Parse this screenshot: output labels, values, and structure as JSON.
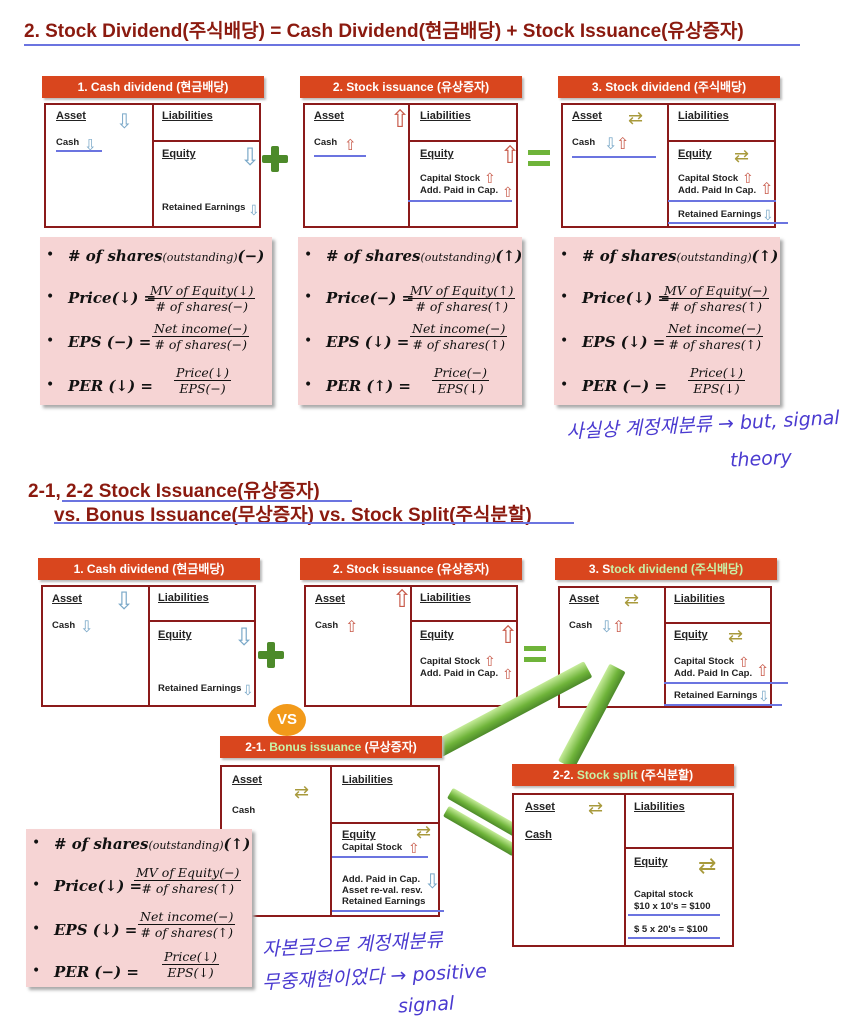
{
  "section1": {
    "title": "2. Stock Dividend(주식배당) = Cash Dividend(현금배당) + Stock Issuance(유상증자)"
  },
  "section2": {
    "title_line1": "2-1, 2-2 Stock Issuance(유상증자)",
    "title_line2": "vs. Bonus Issuance(무상증자) vs. Stock Split(주식분할)"
  },
  "labels": {
    "asset": "Asset",
    "liabilities": "Liabilities",
    "equity": "Equity",
    "cash": "Cash",
    "retained_earnings": "Retained Earnings",
    "capital_stock": "Capital Stock",
    "add_paid_in_cap": "Add. Paid in Cap.",
    "add_paid_in_cap2": "Add. Paid In Cap.",
    "asset_reval": "Asset re-val. resv.",
    "capital_stock_lc": "Capital stock",
    "split_before": "$10 x 10's = $100",
    "split_after": "$ 5 x 20's = $100"
  },
  "headers": {
    "cash_dividend": "1. Cash dividend (현금배당)",
    "stock_issuance": "2. Stock issuance (유상증자)",
    "stock_dividend": "3. Stock dividend (주식배당)",
    "stock_dividend_pre": "3. S",
    "stock_dividend_hl": "tock dividend (주식배당)",
    "bonus_pre": "2-1. ",
    "bonus_hl": "Bonus issuance",
    "bonus_post": " (무상증자)",
    "split_pre": "2-2. ",
    "split_hl": "Stock split",
    "split_post": " (주식분할)"
  },
  "symbols": {
    "vs": "VS",
    "bullet": "•",
    "up": "⇧",
    "down": "⇩",
    "side": "⇄"
  },
  "formulas": {
    "shares_lhs": "# of shares",
    "shares_mid": "(outstanding)",
    "price_lhs": "Price",
    "eps_lhs": "EPS",
    "per_lhs": "PER",
    "mv_equity": "MV of Equity",
    "n_shares": "# of shares",
    "net_income": "Net income",
    "price": "Price",
    "eps": "EPS",
    "cash_div": {
      "shares": "(−)",
      "price": "(↓) =",
      "price_num": "(↓)",
      "price_den": "(−)",
      "eps": "(−) =",
      "eps_num": "(−)",
      "eps_den": "(−)",
      "per": "(↓) =",
      "per_num": "(↓)",
      "per_den": "(−)"
    },
    "stock_iss": {
      "shares": "(↑)",
      "price": "(−) =",
      "price_num": "(↑)",
      "price_den": "(↑)",
      "eps": "(↓) =",
      "eps_num": "(−)",
      "eps_den": "(↑)",
      "per": "(↑) =",
      "per_num": "(−)",
      "per_den": "(↓)"
    },
    "stock_div": {
      "shares": "(↑)",
      "price": "(↓) =",
      "price_num": "(−)",
      "price_den": "(↑)",
      "eps": "(↓) =",
      "eps_num": "(−)",
      "eps_den": "(↑)",
      "per": "(−) =",
      "per_num": "(↓)",
      "per_den": "(↓)"
    },
    "bonus": {
      "shares": "(↑)",
      "price": "(↓) =",
      "price_num": "(−)",
      "price_den": "(↑)",
      "eps": "(↓) =",
      "eps_num": "(−)",
      "eps_den": "(↑)",
      "per": "(−) =",
      "per_num": "(↓)",
      "per_den": "(↓)"
    }
  },
  "handwriting": {
    "note1_line1": "사실상 계정재분류 → but, signal",
    "note1_line2": "theory",
    "note2_line1": "자본금으로 계정재분류",
    "note2_line2": "무중재현이었다 → positive",
    "note2_line3": "signal"
  },
  "colors": {
    "title": "#8B1A0F",
    "header_bg": "#D9461E",
    "box_border": "#8B1A1A",
    "formula_bg": "#F6D4D4",
    "ink": "#4a3ad0"
  }
}
